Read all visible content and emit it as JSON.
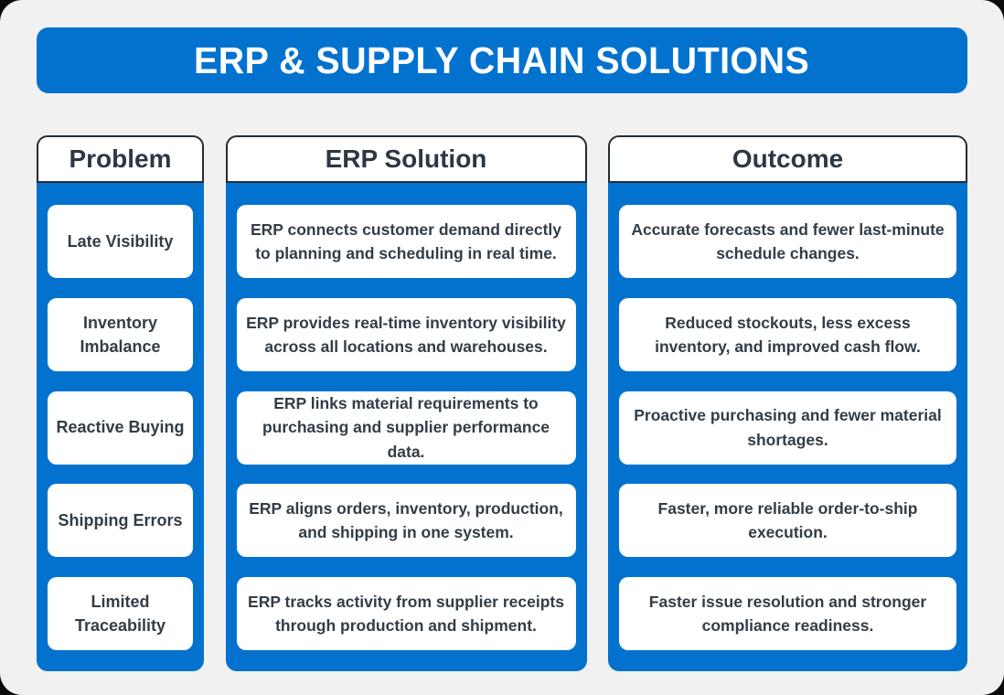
{
  "page": {
    "title": "ERP & SUPPLY CHAIN SOLUTIONS"
  },
  "colors": {
    "accent_blue": "#0272ce",
    "background_gray": "#f1f1f2",
    "card_white": "#ffffff",
    "text_dark": "#323d47",
    "header_border": "#232d38"
  },
  "columns": [
    {
      "header": "Problem",
      "cards": [
        "Late Visibility",
        "Inventory Imbalance",
        "Reactive Buying",
        "Shipping Errors",
        "Limited Traceability"
      ]
    },
    {
      "header": "ERP Solution",
      "cards": [
        "ERP connects customer demand directly to planning and scheduling in real time.",
        "ERP provides real-time inventory visibility across all locations and warehouses.",
        "ERP links material requirements to purchasing and supplier performance data.",
        "ERP aligns orders, inventory, production, and shipping in one system.",
        "ERP tracks activity from supplier receipts through production and shipment."
      ]
    },
    {
      "header": "Outcome",
      "cards": [
        "Accurate forecasts and fewer last-minute schedule changes.",
        "Reduced stockouts, less excess inventory, and improved cash flow.",
        "Proactive purchasing and fewer material shortages.",
        "Faster, more reliable order-to-ship execution.",
        "Faster issue resolution and stronger compliance readiness."
      ]
    }
  ]
}
